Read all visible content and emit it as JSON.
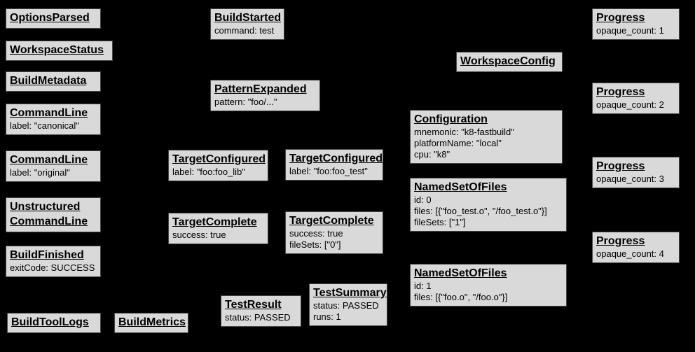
{
  "palette": {
    "background": "#000000",
    "node_fill": "#d9d9d9",
    "node_border": "#484848",
    "text": "#000000"
  },
  "nodes": {
    "options_parsed": {
      "title": "OptionsParsed"
    },
    "workspace_status": {
      "title": "WorkspaceStatus"
    },
    "build_metadata": {
      "title": "BuildMetadata"
    },
    "command_line_canonical": {
      "title": "CommandLine",
      "lines": [
        "label: \"canonical\""
      ]
    },
    "command_line_original": {
      "title": "CommandLine",
      "lines": [
        "label: \"original\""
      ]
    },
    "unstructured_command_line": {
      "title_lines": [
        "Unstructured",
        "CommandLine"
      ]
    },
    "build_finished": {
      "title": "BuildFinished",
      "lines": [
        "exitCode: SUCCESS"
      ]
    },
    "build_tool_logs": {
      "title": "BuildToolLogs"
    },
    "build_metrics": {
      "title": "BuildMetrics"
    },
    "build_started": {
      "title": "BuildStarted",
      "lines": [
        "command: test"
      ]
    },
    "pattern_expanded": {
      "title": "PatternExpanded",
      "lines": [
        "pattern: \"foo/...\""
      ]
    },
    "target_configured_lib": {
      "title": "TargetConfigured",
      "lines": [
        "label: \"foo:foo_lib\""
      ]
    },
    "target_configured_test": {
      "title": "TargetConfigured",
      "lines": [
        "label: \"foo:foo_test\""
      ]
    },
    "target_complete_lib": {
      "title": "TargetComplete",
      "lines": [
        "success: true"
      ]
    },
    "target_complete_test": {
      "title": "TargetComplete",
      "lines": [
        "success: true",
        "fileSets: [\"0\"]"
      ]
    },
    "test_result": {
      "title": "TestResult",
      "lines": [
        "status: PASSED"
      ]
    },
    "test_summary": {
      "title": "TestSummary",
      "lines": [
        "status: PASSED",
        "runs: 1"
      ]
    },
    "workspace_config": {
      "title": "WorkspaceConfig"
    },
    "configuration": {
      "title": "Configuration",
      "lines": [
        "mnemonic: \"k8-fastbuild\"",
        "platformName: \"local\"",
        "cpu: \"k8\""
      ]
    },
    "named_set_of_files_0": {
      "title": "NamedSetOfFiles",
      "lines": [
        "id: 0",
        "files: [{\"foo_test.o\", \"/foo_test.o\"}]",
        "fileSets: [\"1\"]"
      ]
    },
    "named_set_of_files_1": {
      "title": "NamedSetOfFiles",
      "lines": [
        "id: 1",
        "files: [{\"foo.o\", \"/foo.o\"}]"
      ]
    },
    "progress_1": {
      "title": "Progress",
      "lines": [
        "opaque_count: 1"
      ]
    },
    "progress_2": {
      "title": "Progress",
      "lines": [
        "opaque_count: 2"
      ]
    },
    "progress_3": {
      "title": "Progress",
      "lines": [
        "opaque_count: 3"
      ]
    },
    "progress_4": {
      "title": "Progress",
      "lines": [
        "opaque_count: 4"
      ]
    }
  }
}
